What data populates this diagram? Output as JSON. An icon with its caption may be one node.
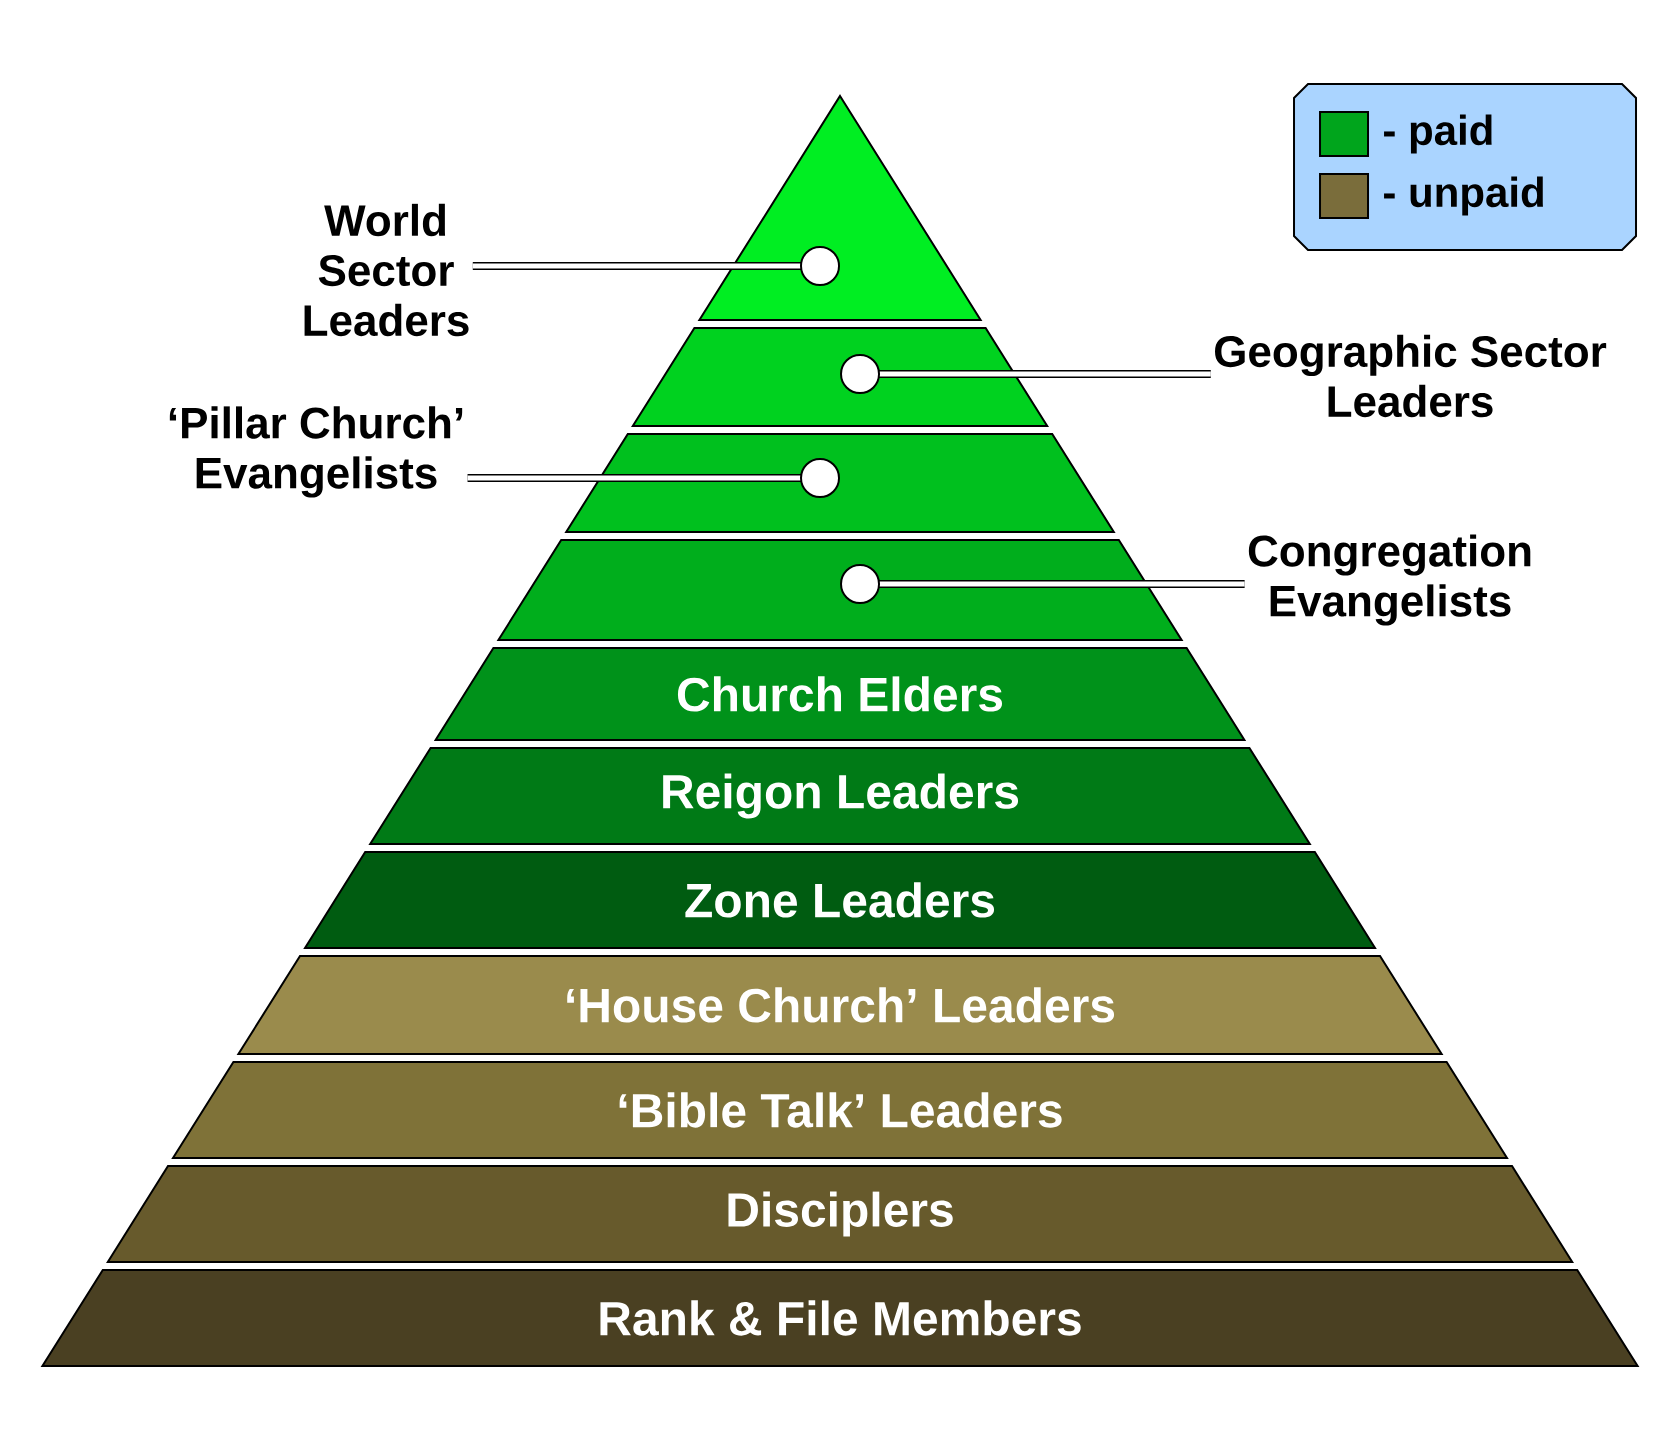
{
  "diagram": {
    "nodes": [
      {
        "text": [
          "World Sector Leaders"
        ]
      },
      {
        "text": [],
        "shape": "band"
      },
      {
        "text": [
          "Geographic Sector Leaders"
        ]
      },
      {
        "text": [],
        "shape": "band"
      },
      {
        "text": [
          "‘Pillar Church’ Evangelists"
        ]
      },
      {
        "text": [],
        "shape": "band"
      },
      {
        "text": [
          "Congregation Evangelists"
        ]
      },
      {
        "text": [],
        "shape": "band"
      },
      {
        "text": [
          "Church Elders"
        ]
      },
      {
        "text": [
          "Reigon Leaders"
        ]
      },
      {
        "text": [
          "Zone Leaders"
        ]
      },
      {
        "text": [
          "‘House Church’ Leaders"
        ]
      },
      {
        "text": [
          "‘Bible Talk’ Leaders"
        ]
      },
      {
        "text": [
          "Disciplers"
        ]
      },
      {
        "text": [
          "Rank & File Members"
        ]
      }
    ],
    "edges": [
      {
        "from": 0,
        "to": 1,
        "arrow": "other"
      },
      {
        "from": 2,
        "to": 3,
        "arrow": "other"
      },
      {
        "from": 4,
        "to": 5,
        "arrow": "other"
      },
      {
        "from": 6,
        "to": 7,
        "arrow": "other"
      }
    ],
    "legend": [
      {
        "text": "- paid",
        "color": "#00a51c"
      },
      {
        "text": "- unpaid",
        "color": "#7a6d3b"
      }
    ]
  }
}
